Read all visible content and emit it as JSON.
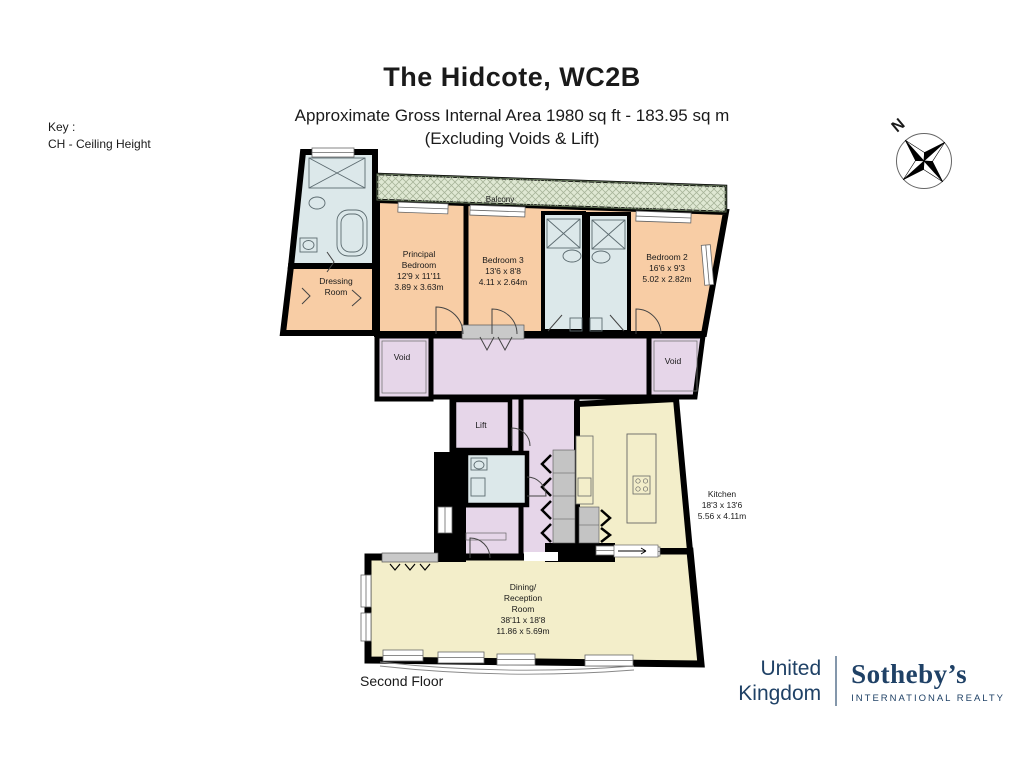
{
  "title": "The Hidcote, WC2B",
  "subtitle": "Approximate Gross Internal Area 1980 sq ft - 183.95 sq m",
  "subtitle2": "(Excluding Voids & Lift)",
  "key": {
    "heading": "Key :",
    "item": "CH - Ceiling Height"
  },
  "compass": {
    "north_label": "N"
  },
  "floor_label": "Second Floor",
  "rooms": {
    "balcony": {
      "name": "Balcony"
    },
    "principal_bedroom": {
      "name1": "Principal",
      "name2": "Bedroom",
      "dims_ft": "12'9 x 11'11",
      "dims_m": "3.89 x 3.63m"
    },
    "bedroom3": {
      "name": "Bedroom 3",
      "dims_ft": "13'6 x 8'8",
      "dims_m": "4.11 x 2.64m"
    },
    "bedroom2": {
      "name": "Bedroom 2",
      "dims_ft": "16'6 x 9'3",
      "dims_m": "5.02 x 2.82m"
    },
    "dressing_room": {
      "name1": "Dressing",
      "name2": "Room"
    },
    "void_left": {
      "name": "Void"
    },
    "void_right": {
      "name": "Void"
    },
    "lift": {
      "name": "Lift"
    },
    "kitchen": {
      "name": "Kitchen",
      "dims_ft": "18'3 x 13'6",
      "dims_m": "5.56 x 4.11m"
    },
    "dining": {
      "name1": "Dining/",
      "name2": "Reception",
      "name3": "Room",
      "dims_ft": "38'11 x 18'8",
      "dims_m": "11.86 x 5.69m"
    }
  },
  "branding": {
    "region_line1": "United",
    "region_line2": "Kingdom",
    "brand": "Sotheby’s",
    "brand_sub": "INTERNATIONAL REALTY",
    "brand_color": "#1f4166"
  },
  "colors": {
    "bedroom_fill": "#f8cda5",
    "bathroom_fill": "#dce8ea",
    "circulation_fill": "#e6d6e9",
    "living_fill": "#f3eeca",
    "balcony_fill": "#dfe8d3",
    "wall": "#000000",
    "fixture_gray": "#c7c7c7"
  }
}
